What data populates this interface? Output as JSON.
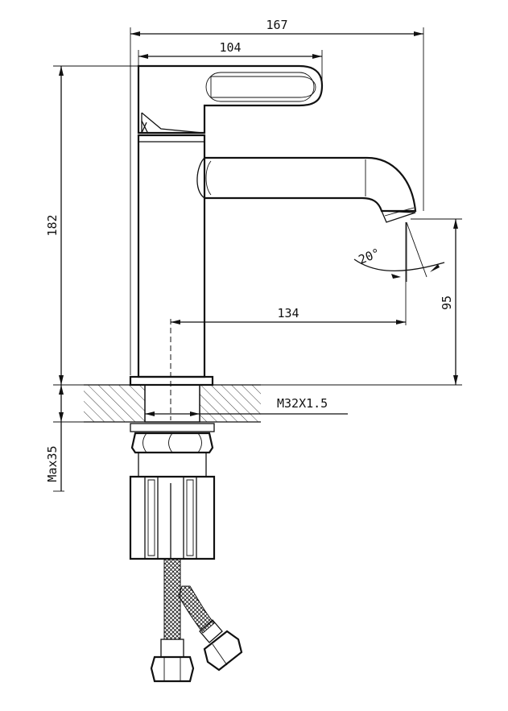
{
  "dimensions": {
    "overall_width": "167",
    "handle_width": "104",
    "height": "182",
    "spout_reach": "134",
    "spout_height": "95",
    "spout_angle": "20°",
    "thread": "M32X1.5",
    "max_counter_thickness": "Max35"
  },
  "colors": {
    "line": "#111111",
    "background": "#ffffff"
  }
}
